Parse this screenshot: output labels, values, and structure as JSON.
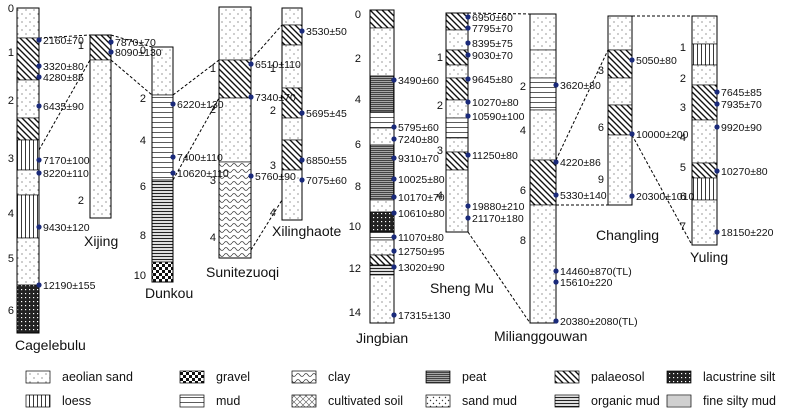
{
  "sites": [
    {
      "name": "Cagelebulu",
      "depth_ticks": [
        {
          "label": "0"
        },
        {
          "label": "1"
        },
        {
          "label": "2"
        },
        {
          "label": "3"
        },
        {
          "label": "4"
        },
        {
          "label": "5"
        },
        {
          "label": "6"
        }
      ],
      "dates": [
        "2160±70",
        "3320±80",
        "4280±85",
        "6435±90",
        "7170±100",
        "8220±110",
        "9430±120",
        "12190±155"
      ]
    },
    {
      "name": "Xijing",
      "depth_ticks": [
        {
          "label": "1"
        },
        {
          "label": "2"
        }
      ],
      "dates": [
        "7870±70",
        "8090±130"
      ]
    },
    {
      "name": "Dunkou",
      "depth_ticks": [
        {
          "label": "0"
        },
        {
          "label": "2"
        },
        {
          "label": "4"
        },
        {
          "label": "6"
        },
        {
          "label": "8"
        },
        {
          "label": "10"
        }
      ],
      "dates": [
        "6220±130",
        "7400±110",
        "10620±110"
      ]
    },
    {
      "name": "Sunitezuoqi",
      "depth_ticks": [
        {
          "label": "1"
        },
        {
          "label": "2"
        },
        {
          "label": "3"
        },
        {
          "label": "4"
        }
      ],
      "dates": [
        "6510±110",
        "7340±70",
        "5760±90"
      ]
    },
    {
      "name": "Xilinghaote",
      "depth_ticks": [
        {
          "label": "1"
        },
        {
          "label": "2"
        },
        {
          "label": "3"
        },
        {
          "label": "4"
        }
      ],
      "dates": [
        "3530±50",
        "5695±45",
        "6850±55",
        "7075±60"
      ]
    },
    {
      "name": "Jingbian",
      "depth_ticks": [
        {
          "label": "0"
        },
        {
          "label": "2"
        },
        {
          "label": "4"
        },
        {
          "label": "6"
        },
        {
          "label": "8"
        },
        {
          "label": "10"
        },
        {
          "label": "12"
        },
        {
          "label": "14"
        }
      ],
      "dates": [
        "3490±60",
        "5795±60",
        "7240±80",
        "9310±70",
        "10025±80",
        "10170±70",
        "10610±80",
        "11070±80",
        "12750±95",
        "13020±90",
        "17315±130"
      ]
    },
    {
      "name": "Sheng Mu",
      "depth_ticks": [
        {
          "label": "1"
        },
        {
          "label": "2"
        },
        {
          "label": "3"
        },
        {
          "label": "4"
        }
      ],
      "dates": [
        "6950±60",
        "7795±70",
        "8395±75",
        "9030±70",
        "9645±80",
        "10270±80",
        "10590±100",
        "11250±80",
        "19880±210",
        "21170±180"
      ]
    },
    {
      "name": "Milianggouwan",
      "depth_ticks": [
        {
          "label": "2"
        },
        {
          "label": "4"
        },
        {
          "label": "6"
        },
        {
          "label": "8"
        }
      ],
      "dates": [
        "3620±80",
        "4220±86",
        "5330±140",
        "14460±870(TL)",
        "15610±220",
        "20380±2080(TL)"
      ]
    },
    {
      "name": "Changling",
      "depth_ticks": [
        {
          "label": "3"
        },
        {
          "label": "6"
        },
        {
          "label": "9"
        }
      ],
      "dates": [
        "5050±80",
        "10000±200",
        "20300±1010"
      ]
    },
    {
      "name": "Yuling",
      "depth_ticks": [
        {
          "label": "1"
        },
        {
          "label": "2"
        },
        {
          "label": "3"
        },
        {
          "label": "4"
        },
        {
          "label": "5"
        },
        {
          "label": "6"
        },
        {
          "label": "7"
        }
      ],
      "dates": [
        "7645±85",
        "7935±70",
        "9920±90",
        "10270±80",
        "18150±220"
      ]
    }
  ],
  "legend": [
    {
      "label": "aeolian sand",
      "pattern": "aeolian-sand"
    },
    {
      "label": "gravel",
      "pattern": "gravel"
    },
    {
      "label": "clay",
      "pattern": "clay"
    },
    {
      "label": "peat",
      "pattern": "peat"
    },
    {
      "label": "palaeosol",
      "pattern": "palaeosol"
    },
    {
      "label": "lacustrine silt",
      "pattern": "lacustrine-silt"
    },
    {
      "label": "loess",
      "pattern": "loess"
    },
    {
      "label": "mud",
      "pattern": "mud"
    },
    {
      "label": "cultivated soil",
      "pattern": "cultivated-soil"
    },
    {
      "label": "sand mud",
      "pattern": "sand-mud"
    },
    {
      "label": "organic mud",
      "pattern": "organic-mud"
    },
    {
      "label": "fine silty mud",
      "pattern": "fine-silty-mud"
    }
  ],
  "colors": {
    "dot": "#1a2a7a",
    "line": "#000000"
  }
}
